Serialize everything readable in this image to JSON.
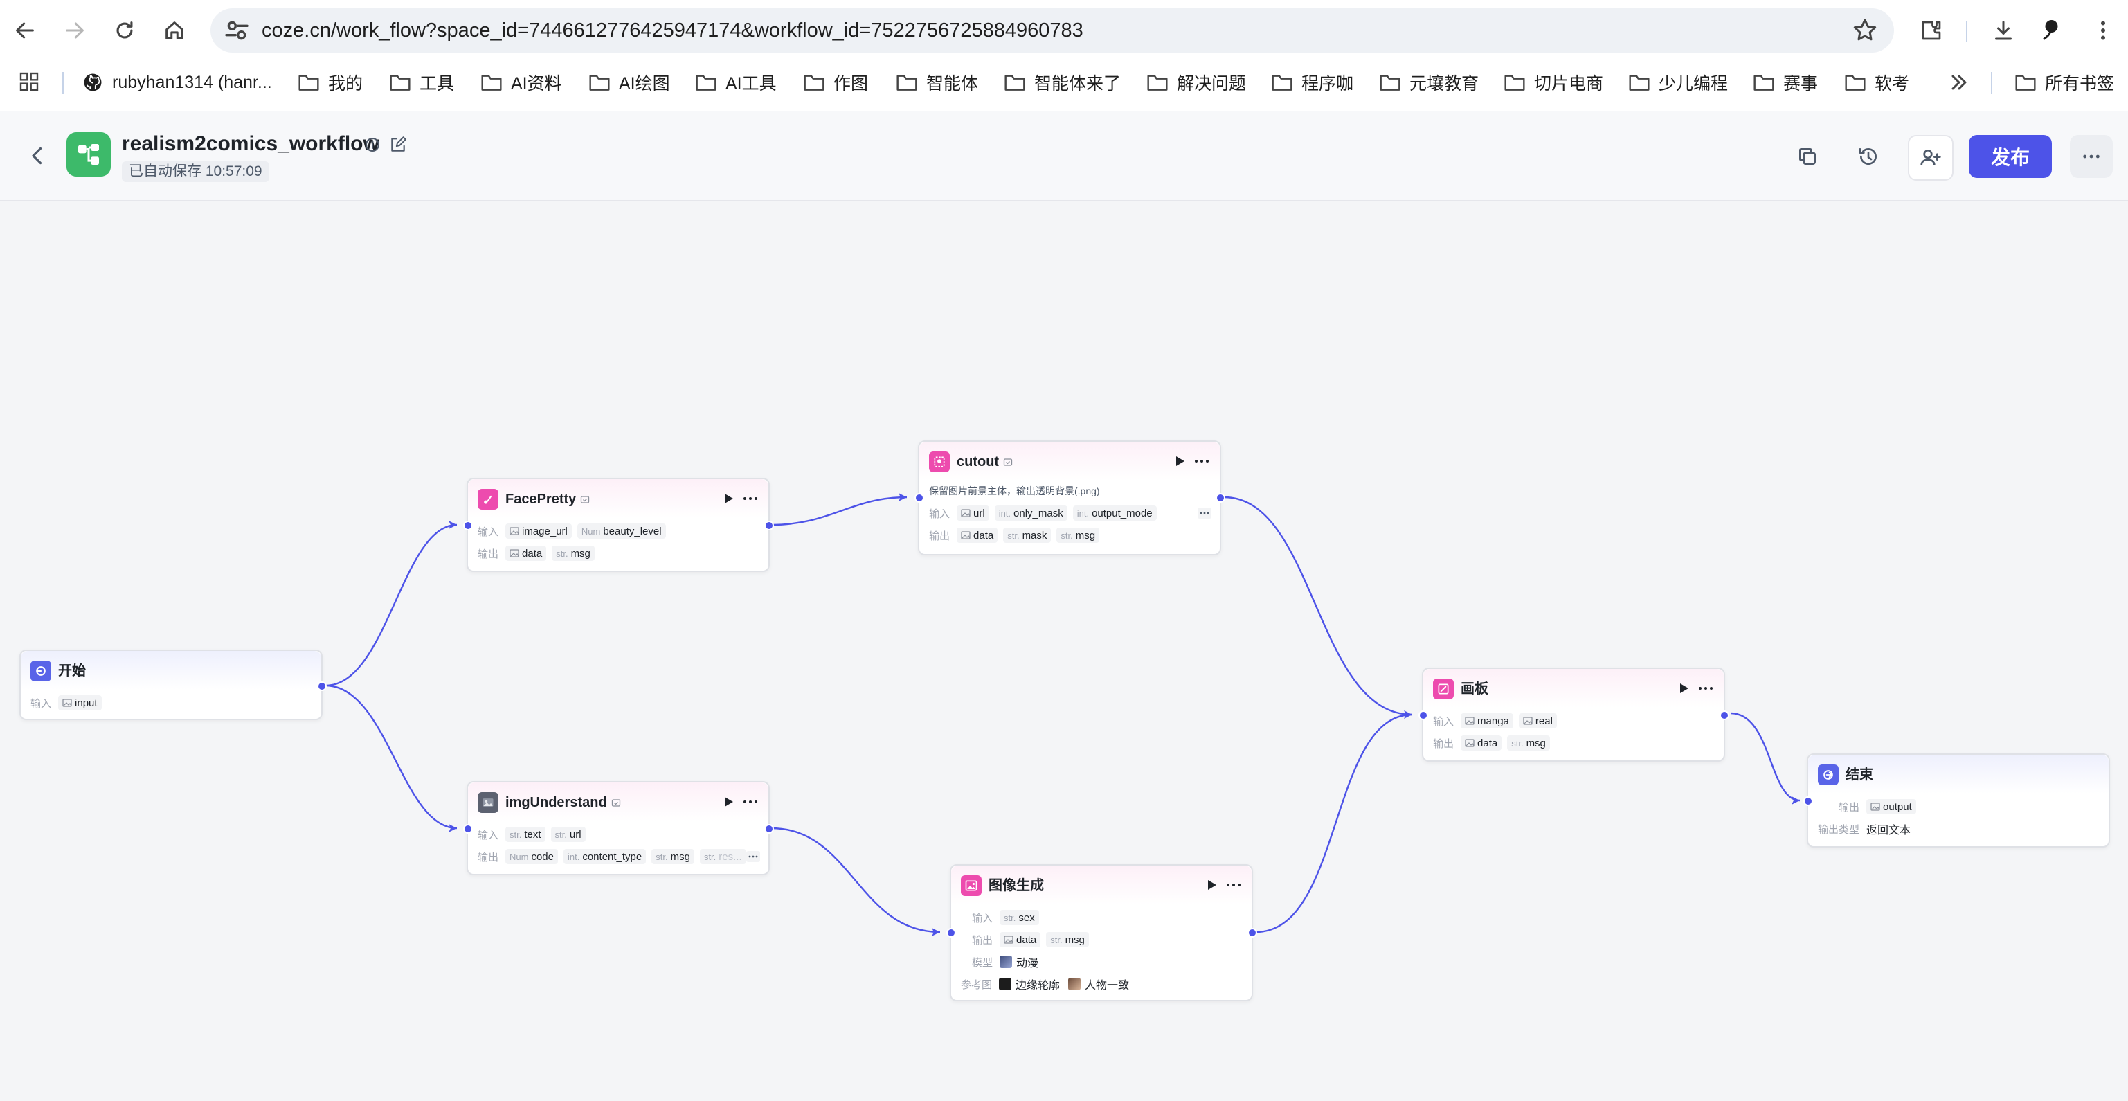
{
  "browser": {
    "url": "coze.cn/work_flow?space_id=7446612776425947174&workflow_id=7522756725884960783",
    "bookmarks": [
      "rubyhan1314 (hanr...",
      "我的",
      "工具",
      "AI资料",
      "AI绘图",
      "AI工具",
      "作图",
      "智能体",
      "智能体来了",
      "解决问题",
      "程序咖",
      "元壤教育",
      "切片电商",
      "少儿编程",
      "赛事",
      "软考"
    ],
    "all_bookmarks": "所有书签"
  },
  "header": {
    "title": "realism2comics_workflow",
    "autosave": "已自动保存 10:57:09",
    "publish": "发布"
  },
  "labels": {
    "input": "输入",
    "output": "输出",
    "output_type": "输出类型",
    "model": "模型",
    "reference": "参考图"
  },
  "nodes": {
    "start": {
      "title": "开始",
      "inputs": [
        {
          "type": "img",
          "name": "input"
        }
      ]
    },
    "facepretty": {
      "title": "FacePretty",
      "inputs": [
        {
          "type": "img",
          "name": "image_url"
        },
        {
          "type": "Num",
          "name": "beauty_level"
        }
      ],
      "outputs": [
        {
          "type": "img",
          "name": "data"
        },
        {
          "type": "str.",
          "name": "msg"
        }
      ]
    },
    "imgunderstand": {
      "title": "imgUnderstand",
      "inputs": [
        {
          "type": "str.",
          "name": "text"
        },
        {
          "type": "str.",
          "name": "url"
        }
      ],
      "outputs": [
        {
          "type": "Num",
          "name": "code"
        },
        {
          "type": "int.",
          "name": "content_type"
        },
        {
          "type": "str.",
          "name": "msg"
        },
        {
          "type": "str.",
          "name": "res..."
        }
      ]
    },
    "cutout": {
      "title": "cutout",
      "description": "保留图片前景主体，输出透明背景(.png)",
      "inputs": [
        {
          "type": "img",
          "name": "url"
        },
        {
          "type": "int.",
          "name": "only_mask"
        },
        {
          "type": "int.",
          "name": "output_mode"
        }
      ],
      "outputs": [
        {
          "type": "img",
          "name": "data"
        },
        {
          "type": "str.",
          "name": "mask"
        },
        {
          "type": "str.",
          "name": "msg"
        }
      ]
    },
    "imagegen": {
      "title": "图像生成",
      "inputs": [
        {
          "type": "str.",
          "name": "sex"
        }
      ],
      "outputs": [
        {
          "type": "img",
          "name": "data"
        },
        {
          "type": "str.",
          "name": "msg"
        }
      ],
      "model": "动漫",
      "references": [
        "边缘轮廓",
        "人物一致"
      ]
    },
    "canvas": {
      "title": "画板",
      "inputs": [
        {
          "type": "img",
          "name": "manga"
        },
        {
          "type": "img",
          "name": "real"
        }
      ],
      "outputs": [
        {
          "type": "img",
          "name": "data"
        },
        {
          "type": "str.",
          "name": "msg"
        }
      ]
    },
    "end": {
      "title": "结束",
      "outputs": [
        {
          "type": "img",
          "name": "output"
        }
      ],
      "output_type": "返回文本"
    }
  },
  "colors": {
    "accent": "#4d53e8",
    "node_icon_pink": "#ed4bae",
    "node_icon_indigo": "#5964e8",
    "app_logo": "#3dba6a"
  }
}
